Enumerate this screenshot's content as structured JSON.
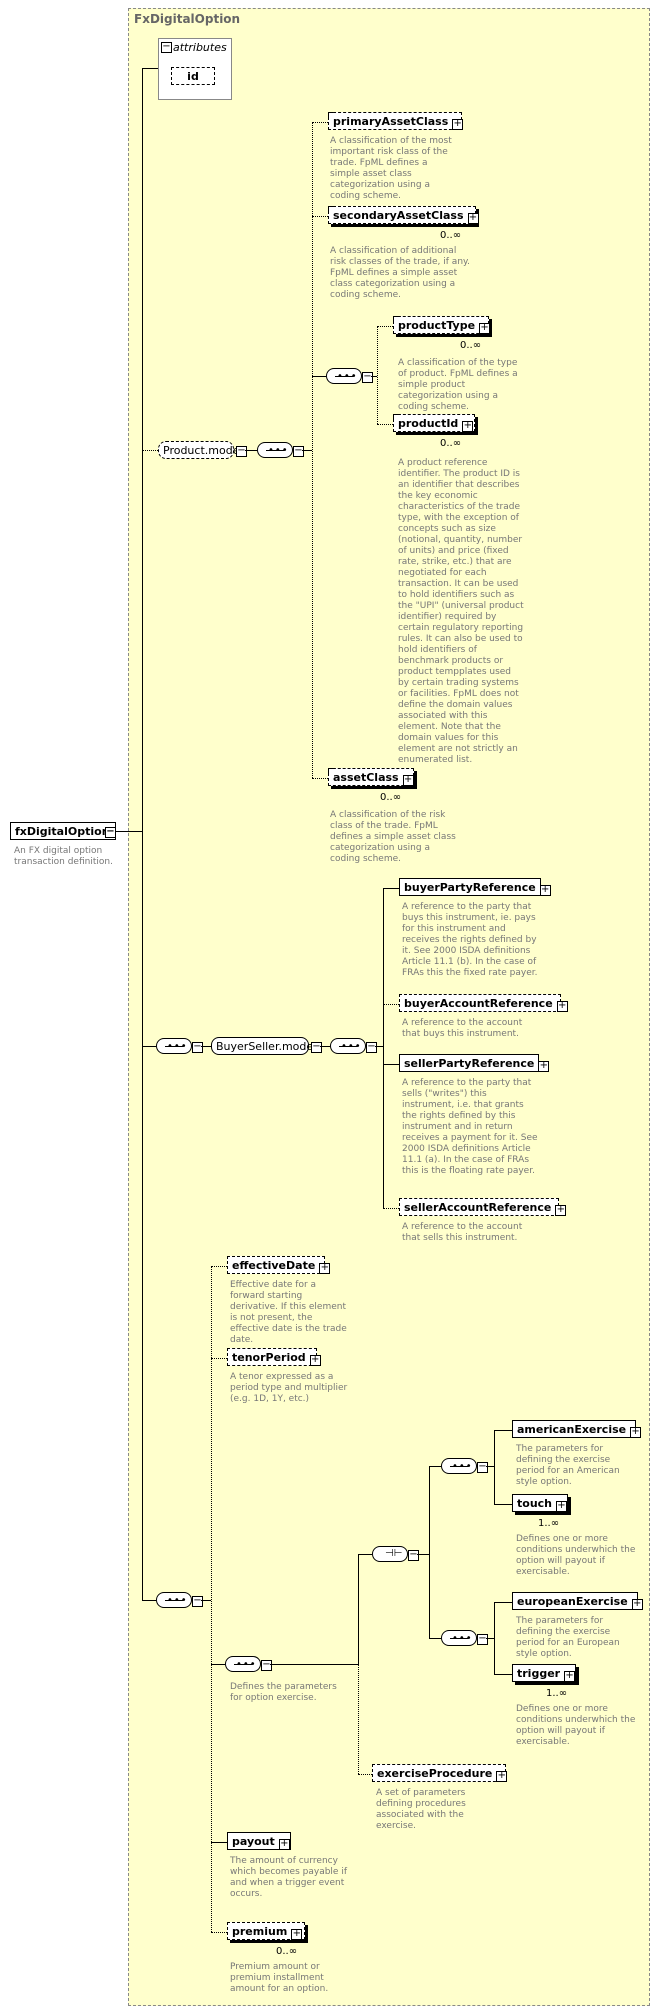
{
  "frame_title": "FxDigitalOption",
  "attributes": {
    "header": "attributes",
    "id": "id"
  },
  "root": {
    "name": "fxDigitalOption",
    "desc": "An FX digital option transaction definition."
  },
  "product_model": {
    "name": "Product.model",
    "primaryAssetClass": {
      "name": "primaryAssetClass",
      "desc": "A classification of the most important risk class of the trade. FpML defines a simple asset class categorization using a coding scheme."
    },
    "secondaryAssetClass": {
      "name": "secondaryAssetClass",
      "card": "0..∞",
      "desc": "A classification of additional risk classes of the trade, if any. FpML defines a simple asset class categorization using a coding scheme."
    },
    "productType": {
      "name": "productType",
      "card": "0..∞",
      "desc": "A classification of the type of product. FpML defines a simple product categorization using a coding scheme."
    },
    "productId": {
      "name": "productId",
      "card": "0..∞",
      "desc": "A product reference identifier. The product ID is an identifier that describes the key economic characteristics of the trade type, with the exception of concepts such as size (notional, quantity, number of units) and price (fixed rate, strike, etc.) that are negotiated for each transaction. It can be used to hold identifiers such as the \"UPI\" (universal product identifier) required by certain regulatory reporting rules. It can also be used to hold identifiers of benchmark products or product tempplates used by certain trading systems or facilities. FpML does not define the domain values associated with this element. Note that the domain values for this element are not strictly an enumerated list."
    },
    "assetClass": {
      "name": "assetClass",
      "card": "0..∞",
      "desc": "A classification of the risk class of the trade. FpML defines a simple asset class categorization using a coding scheme."
    }
  },
  "buyer_seller": {
    "name": "BuyerSeller.model",
    "buyerPartyReference": {
      "name": "buyerPartyReference",
      "desc": "A reference to the party that buys this instrument, ie. pays for this instrument and receives the rights defined by it. See 2000 ISDA definitions Article 11.1 (b). In the case of FRAs this the fixed rate payer."
    },
    "buyerAccountReference": {
      "name": "buyerAccountReference",
      "desc": "A reference to the account that buys this instrument."
    },
    "sellerPartyReference": {
      "name": "sellerPartyReference",
      "desc": "A reference to the party that sells (\"writes\") this instrument, i.e. that grants the rights defined by this instrument and in return receives a payment for it. See 2000 ISDA definitions Article 11.1 (a). In the case of FRAs this is the floating rate payer."
    },
    "sellerAccountReference": {
      "name": "sellerAccountReference",
      "desc": "A reference to the account that sells this instrument."
    }
  },
  "effectiveDate": {
    "name": "effectiveDate",
    "desc": "Effective date for a forward starting derivative. If this element is not present, the effective date is the trade date."
  },
  "tenorPeriod": {
    "name": "tenorPeriod",
    "desc": "A tenor expressed as a period type and multiplier (e.g. 1D, 1Y, etc.)"
  },
  "exercise_seq_desc": "Defines the parameters for option exercise.",
  "americanExercise": {
    "name": "americanExercise",
    "desc": "The parameters for defining the exercise period for an American style option."
  },
  "touch": {
    "name": "touch",
    "card": "1..∞",
    "desc": "Defines one or more conditions underwhich the option will payout if exercisable."
  },
  "europeanExercise": {
    "name": "europeanExercise",
    "desc": "The parameters for defining the exercise period for an European style option."
  },
  "trigger": {
    "name": "trigger",
    "card": "1..∞",
    "desc": "Defines one or more conditions underwhich the option will payout if exercisable."
  },
  "exerciseProcedure": {
    "name": "exerciseProcedure",
    "desc": "A set of parameters defining procedures associated with the exercise."
  },
  "payout": {
    "name": "payout",
    "desc": "The amount of currency which becomes payable if and when a trigger event occurs."
  },
  "premium": {
    "name": "premium",
    "card": "0..∞",
    "desc": "Premium amount or premium installment amount for an option."
  }
}
